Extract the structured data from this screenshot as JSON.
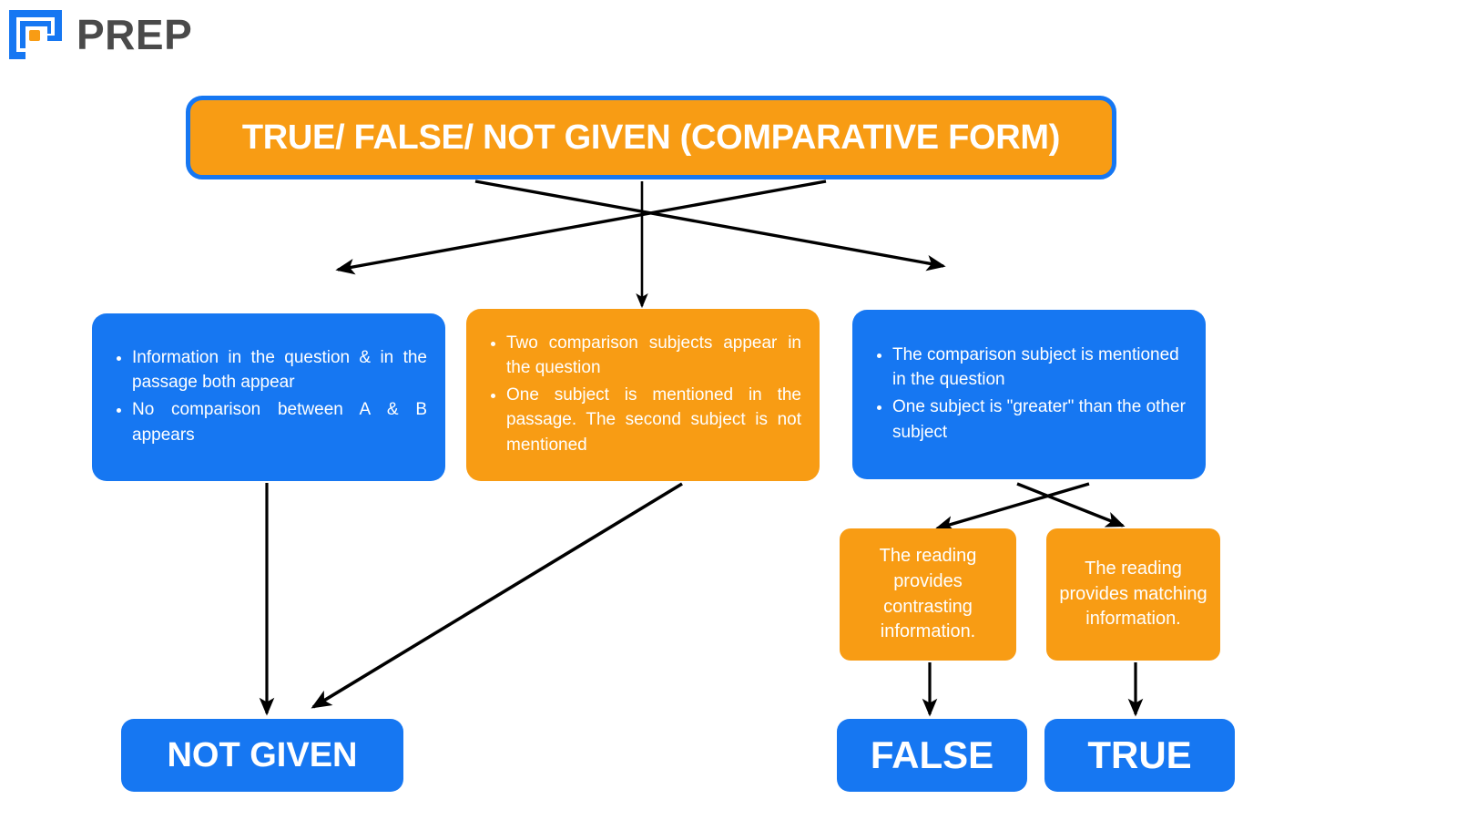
{
  "brand": {
    "name": "PREP",
    "logo_icon": "prep-logo-icon",
    "mark_color": "#1677f2",
    "dot_color": "#f89c14",
    "text_color": "#4a4a4a"
  },
  "colors": {
    "blue": "#1677f2",
    "orange": "#f89c14",
    "white": "#ffffff",
    "arrow": "#000000",
    "background": "#ffffff"
  },
  "diagram": {
    "title": "TRUE/ FALSE/ NOT GIVEN (COMPARATIVE FORM)",
    "branches": [
      {
        "id": "not-given-branch",
        "color": "blue",
        "bullets": [
          "Information in the question & in the passage both appear",
          "No comparison between A & B appears"
        ]
      },
      {
        "id": "middle-branch",
        "color": "orange",
        "bullets": [
          "Two comparison subjects appear in the question",
          "One subject is mentioned in the passage. The second subject is not mentioned"
        ]
      },
      {
        "id": "comparison-branch",
        "color": "blue",
        "bullets": [
          "The comparison subject is mentioned in the question",
          "One subject is \"greater\" than the other subject"
        ]
      }
    ],
    "leaves": [
      {
        "id": "contrasting-leaf",
        "color": "orange",
        "text": "The reading provides contrasting information."
      },
      {
        "id": "matching-leaf",
        "color": "orange",
        "text": "The reading provides matching information."
      }
    ],
    "results": [
      {
        "id": "result-not-given",
        "label": "NOT GIVEN",
        "color": "blue"
      },
      {
        "id": "result-false",
        "label": "FALSE",
        "color": "blue"
      },
      {
        "id": "result-true",
        "label": "TRUE",
        "color": "blue"
      }
    ]
  }
}
